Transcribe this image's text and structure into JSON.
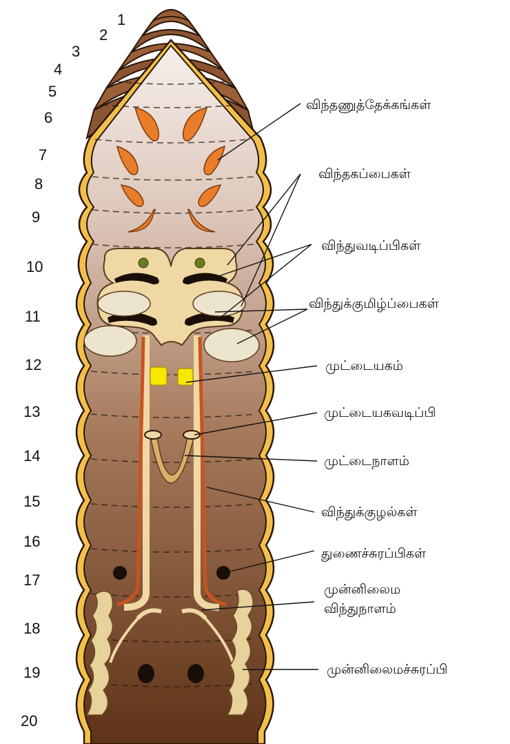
{
  "segments": [
    "1",
    "2",
    "3",
    "4",
    "5",
    "6",
    "7",
    "8",
    "9",
    "10",
    "11",
    "12",
    "13",
    "14",
    "15",
    "16",
    "17",
    "18",
    "19",
    "20"
  ],
  "labels": {
    "testes": "விந்தணுத்தேக்கங்கள்",
    "seminal_vesicles": "விந்தகப்பைகள்",
    "sperm_funnels": "விந்துவடிப்பிகள்",
    "sperm_sacs": "விந்துக்குமிழ்ப்பைகள்",
    "ovary": "முட்டையகம்",
    "ovarian_funnel": "முட்டையகவடிப்பி",
    "oviduct": "முட்டைநாளம்",
    "vas_deferens": "விந்துக்குழல்கள்",
    "accessory_glands": "துணைச்சுரப்பிகள்",
    "prostatic_duct_line1": "முன்னிலைம",
    "prostatic_duct_line2": "விந்துநாளம்",
    "prostate_gland": "முன்னிலைமச்சுரப்பி"
  },
  "colors": {
    "cuticle": "#f2c04a",
    "body_light": "#f4ece6",
    "body_dark": "#6a3a1c",
    "testis": "#e97d2a",
    "sac": "#efe6cc",
    "ovary": "#f8e800",
    "gland": "#e6d29a"
  }
}
